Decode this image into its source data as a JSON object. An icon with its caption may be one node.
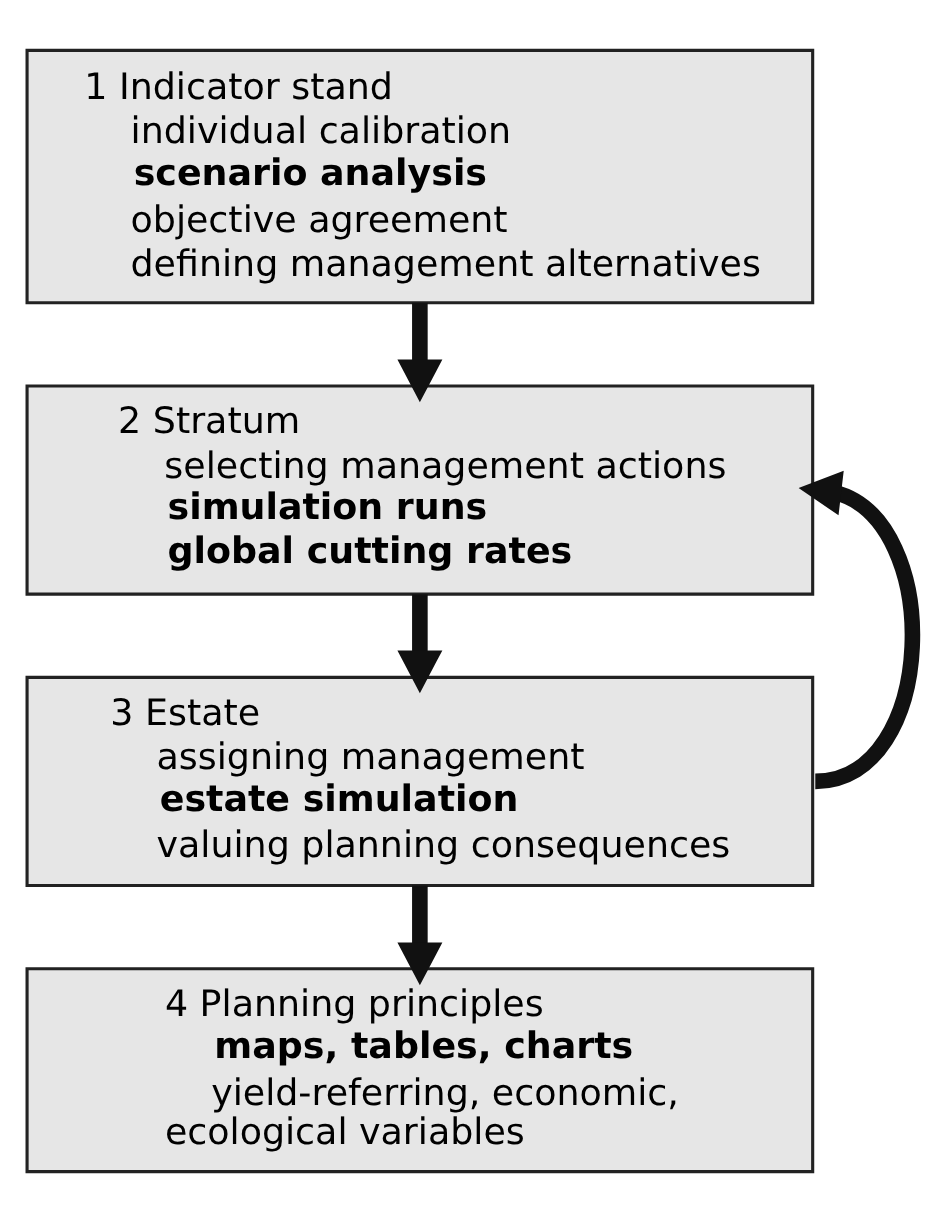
{
  "diagram": {
    "nodes": [
      {
        "text": [
          "1 Indicator stand",
          "individual calibration",
          "scenario analysis",
          "objective agreement",
          "defining management alternatives"
        ]
      },
      {
        "text": [
          "2 Stratum",
          "selecting management actions",
          "simulation runs",
          "global cutting rates"
        ]
      },
      {
        "text": [
          "3 Estate",
          "assigning management",
          "estate simulation",
          "valuing planning consequences"
        ]
      },
      {
        "text": [
          "4 Planning principles",
          "maps, tables, charts",
          "yield-referring, economic, ecological variables"
        ]
      }
    ],
    "edges": [
      {
        "from": 0,
        "to": 1,
        "arrow": "to"
      },
      {
        "from": 1,
        "to": 2,
        "arrow": "to"
      },
      {
        "from": 2,
        "to": 3,
        "arrow": "to"
      },
      {
        "from": 2,
        "to": 1,
        "arrow": "to"
      }
    ]
  }
}
